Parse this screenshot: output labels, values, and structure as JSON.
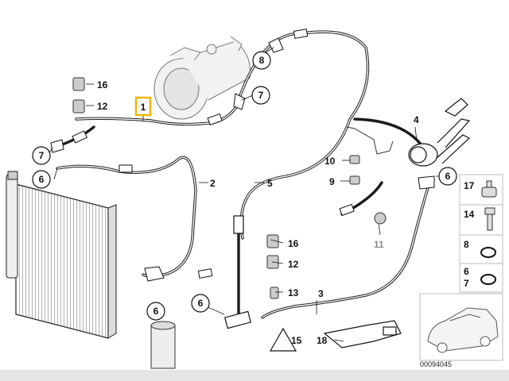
{
  "diagram": {
    "highlight_color": "#f0b400",
    "callouts": [
      {
        "id": "c1",
        "label": "1",
        "highlighted": true
      },
      {
        "id": "c2",
        "label": "2"
      },
      {
        "id": "c3",
        "label": "3"
      },
      {
        "id": "c4",
        "label": "4"
      },
      {
        "id": "c5",
        "label": "5"
      },
      {
        "id": "c6a",
        "label": "6",
        "circled": true
      },
      {
        "id": "c6b",
        "label": "6",
        "circled": true
      },
      {
        "id": "c6c",
        "label": "6",
        "circled": true
      },
      {
        "id": "c6d",
        "label": "6",
        "circled": true
      },
      {
        "id": "c7a",
        "label": "7",
        "circled": true
      },
      {
        "id": "c7b",
        "label": "7",
        "circled": true
      },
      {
        "id": "c8",
        "label": "8",
        "circled": true
      },
      {
        "id": "c9",
        "label": "9"
      },
      {
        "id": "c10",
        "label": "10"
      },
      {
        "id": "c11",
        "label": "11",
        "muted": true
      },
      {
        "id": "c12a",
        "label": "12"
      },
      {
        "id": "c12b",
        "label": "12"
      },
      {
        "id": "c13",
        "label": "13"
      },
      {
        "id": "c15",
        "label": "15"
      },
      {
        "id": "c16a",
        "label": "16"
      },
      {
        "id": "c16b",
        "label": "16"
      },
      {
        "id": "c18",
        "label": "18"
      }
    ],
    "legend": [
      {
        "label": "17",
        "icon": "damper-icon"
      },
      {
        "label": "14",
        "icon": "bolt-icon"
      },
      {
        "label": "8",
        "icon": "o-ring-icon"
      },
      {
        "label": "6",
        "icon": "o-ring-icon"
      },
      {
        "label": "7",
        "icon": ""
      }
    ],
    "diagram_number": "00094045"
  }
}
